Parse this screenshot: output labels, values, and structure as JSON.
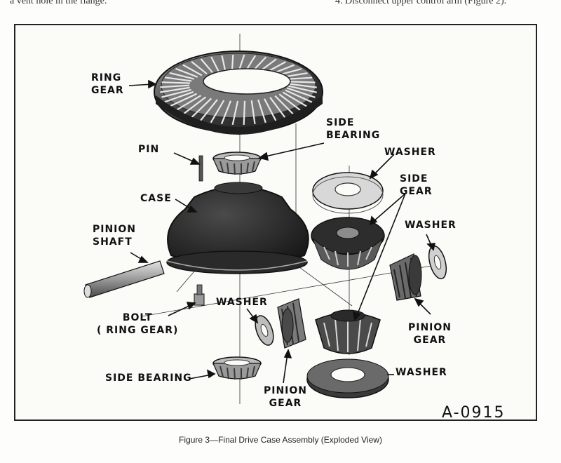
{
  "page": {
    "top_left_text": "a vent hole in the flange.",
    "top_right_text": "4. Disconnect upper control arm (Figure 2)."
  },
  "diagram": {
    "labels": {
      "ring_gear": "RING\nGEAR",
      "side_bearing_top": "SIDE\nBEARING",
      "pin": "PIN",
      "washer_top": "WASHER",
      "side_gear": "SIDE\nGEAR",
      "case": "CASE",
      "washer_right": "WASHER",
      "pinion_shaft": "PINION\nSHAFT",
      "pinion_gear_right": "PINION\nGEAR",
      "washer_mid": "WASHER",
      "bolt": "BOLT\n( RING GEAR)",
      "side_bearing_bottom": "SIDE BEARING",
      "washer_bottom": "WASHER",
      "pinion_gear_bottom": "PINION\nGEAR"
    },
    "figure_id": "A-0915",
    "colors": {
      "ink": "#111111",
      "part_dark": "#2b2b2b",
      "part_mid": "#6b6b6b",
      "part_light": "#cfcfcf"
    }
  },
  "caption": "Figure 3—Final Drive Case Assembly (Exploded View)"
}
